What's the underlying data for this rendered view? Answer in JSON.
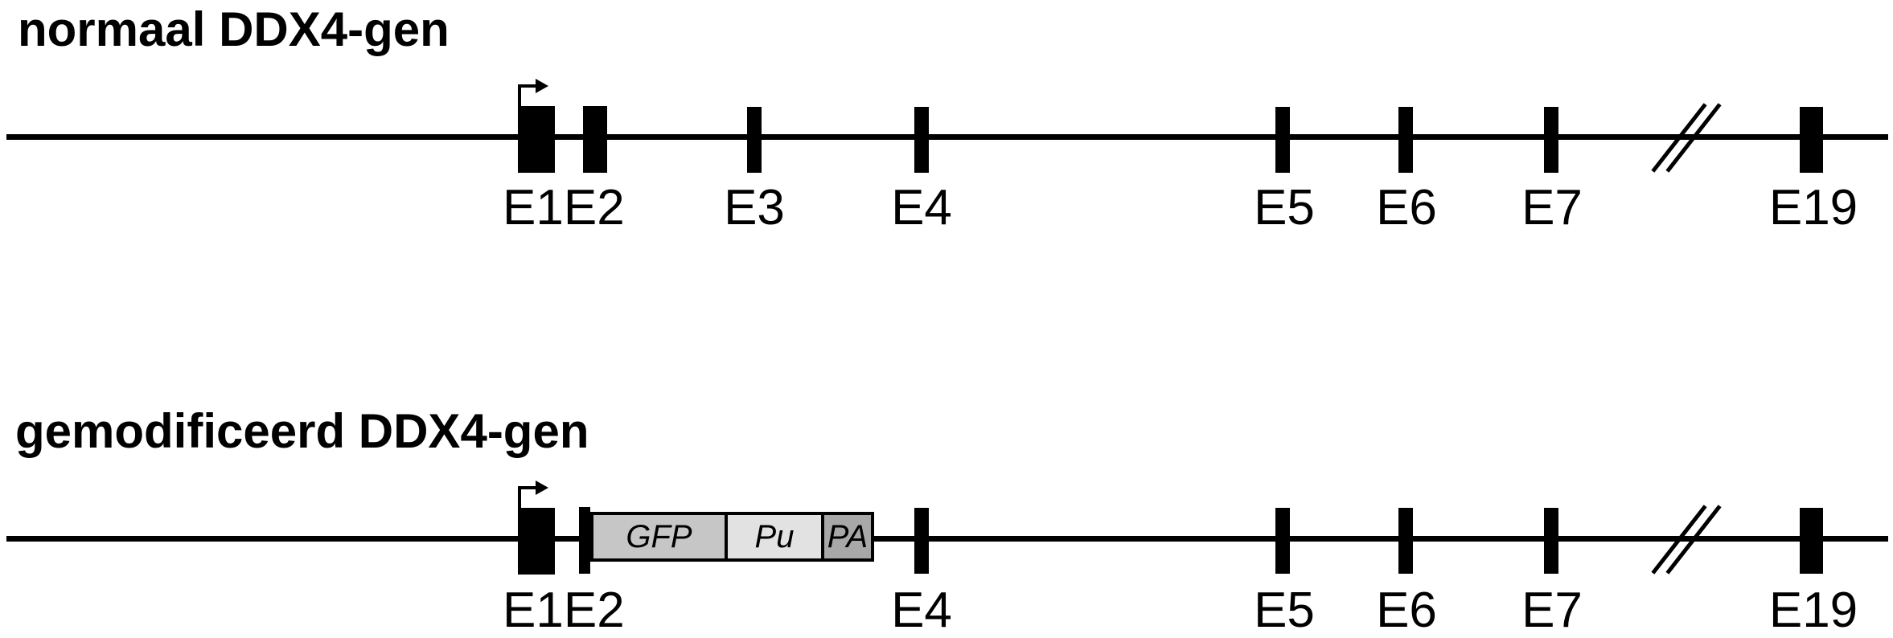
{
  "figure": {
    "background": "#ffffff",
    "ink": "#000000",
    "rows": [
      {
        "title": "normaal DDX4-gen",
        "promoter_icon": "transcription-start-arrow",
        "break_symbol": "double-slash-gap",
        "exon_group_label": "E1E2",
        "exon_labels": {
          "e3": "E3",
          "e4": "E4",
          "e5": "E5",
          "e6": "E6",
          "e7": "E7",
          "e19": "E19"
        }
      },
      {
        "title": "gemodificeerd DDX4-gen",
        "promoter_icon": "transcription-start-arrow",
        "break_symbol": "double-slash-gap",
        "exon_group_label": "E1E2",
        "exon_labels": {
          "e4": "E4",
          "e5": "E5",
          "e6": "E6",
          "e7": "E7",
          "e19": "E19"
        },
        "cassette": [
          {
            "label": "GFP",
            "fill": "#c6c6c6"
          },
          {
            "label": "Pu",
            "fill": "#e2e2e2"
          },
          {
            "label": "PA",
            "fill": "#a8a8a8"
          }
        ]
      }
    ]
  }
}
